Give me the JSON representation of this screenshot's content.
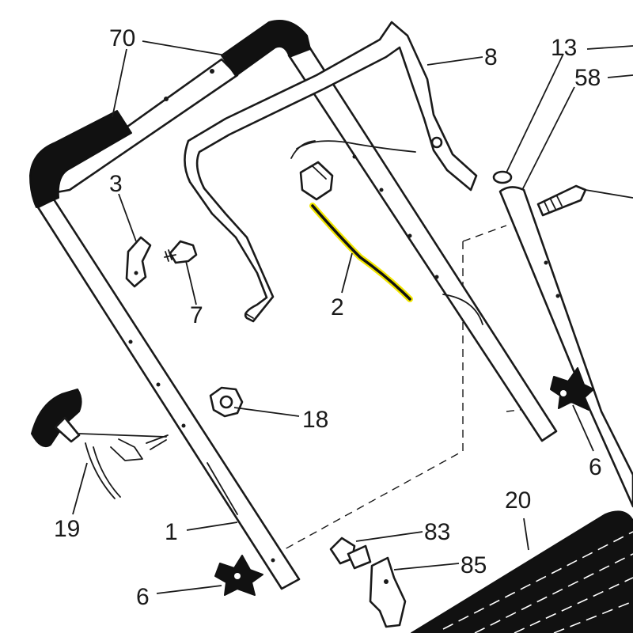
{
  "callouts": {
    "c70": "70",
    "c8": "8",
    "c13": "13",
    "c58": "58",
    "c3": "3",
    "c7": "7",
    "c2": "2",
    "c18": "18",
    "c6_right": "6",
    "c19": "19",
    "c1": "1",
    "c20": "20",
    "c83": "83",
    "c85": "85",
    "c6_left": "6"
  },
  "colors": {
    "ink": "#1a1a1a",
    "highlight": "#f2e600",
    "highlighted_part": "2"
  }
}
